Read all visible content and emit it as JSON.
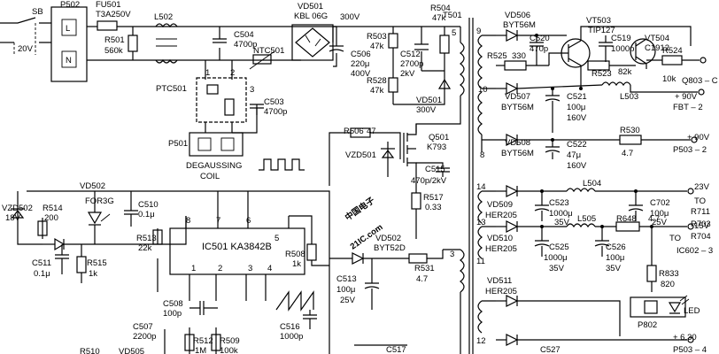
{
  "labels": {
    "sb": "SB",
    "p502": "P502",
    "fu501": "FU501",
    "fu501_val": "T3A250V",
    "v20": "20V",
    "l_term": "L",
    "n_term": "N",
    "r501": "R501",
    "r501_val": "560k",
    "l502": "L502",
    "c504": "C504",
    "c504_val": "4700p",
    "ntc501": "NTC501",
    "ptc501": "PTC501",
    "c503": "C503",
    "c503_val": "4700p",
    "p501": "P501",
    "degaussing": "DEGAUSSING",
    "coil": "COIL",
    "vd501": "VD501",
    "vd501_val": "KBL 06G",
    "v300": "300V",
    "c506": "C506",
    "c506_val1": "220μ",
    "c506_val2": "400V",
    "r503": "R503",
    "r503_val": "47k",
    "r528": "R528",
    "r528_val": "47k",
    "c512": "C512",
    "c512_val1": "2700p",
    "c512_val2": "2kV",
    "r504": "R504",
    "r504_val": "47k",
    "vd501b": "VD501",
    "vd501b_val": "300V",
    "r517": "R517",
    "r517_val": "0.33",
    "t501": "T501",
    "r506": "R506",
    "r506_val": "47",
    "vzd501": "VZD501",
    "q501": "Q501",
    "q501_val": "K793",
    "c515": "C515",
    "c515_val": "470p/2kV",
    "vd502": "VD502",
    "for3g": "FOR3G",
    "vzd502": "VZD502",
    "vzd502_val": "18V",
    "r514": "R514",
    "r514_val": "200",
    "c510": "C510",
    "c510_val": "0.1μ",
    "c511": "C511",
    "c511_val": "0.1μ",
    "r515": "R515",
    "r515_val": "1k",
    "r513": "R513",
    "r513_val": "22k",
    "ic501": "IC501 KA3842B",
    "pin8": "8",
    "pin7": "7",
    "pin6": "6",
    "pin5": "5",
    "pin1": "1",
    "pin2": "2",
    "pin3": "3",
    "pin4": "4",
    "r508": "R508",
    "r508_val": "1k",
    "c508": "C508",
    "c508_val": "100p",
    "c507": "C507",
    "c507_val": "2200p",
    "r512": "R512",
    "r512_val": "1M",
    "r509": "R509",
    "r509_val": "100k",
    "c516": "C516",
    "c516_val": "1000p",
    "vd502b": "VD502",
    "vd502b_val": "BYT52D",
    "r531": "R531",
    "r531_val": "4.7",
    "c513": "C513",
    "c513_val1": "100μ",
    "c513_val2": "25V",
    "c517": "C517",
    "vd506": "VD506",
    "vd506_val": "BYT56M",
    "vt503": "VT503",
    "vt503_val": "TIP127",
    "r525": "R525",
    "r525_val": "330",
    "c520": "C520",
    "c520_val": "470p",
    "c519": "C519",
    "c519_val": "1000p",
    "vt504": "VT504",
    "vt504_val": "C1912",
    "r523": "R523",
    "r523_val": "82k",
    "r524": "R524",
    "r524_val": "10k",
    "q803": "Q803 – C",
    "vd507": "VD507",
    "vd507_val": "BYT56M",
    "c521": "C521",
    "c521_val1": "100μ",
    "c521_val2": "160V",
    "l503": "L503",
    "plus90a": "+ 90V",
    "fbt2": "FBT – 2",
    "vd508": "VD508",
    "vd508_val": "BYT56M",
    "c522": "C522",
    "c522_val1": "47μ",
    "c522_val2": "160V",
    "r530": "R530",
    "r530_val": "4.7",
    "plus90b": "+ 90V",
    "p503_2": "P503 – 2",
    "pin_9": "9",
    "pin_10": "10",
    "pin_8": "8",
    "pin_14": "14",
    "pin_13": "13",
    "pin_11": "11",
    "pin_12": "12",
    "pin_t5": "5",
    "pin_t3": "3",
    "vd509": "VD509",
    "vd509_val": "HER205",
    "c523": "C523",
    "c523_val1": "1000μ",
    "c523_val2": "35V",
    "l504": "L504",
    "c702": "C702",
    "c702_val1": "100μ",
    "c702_val2": "25V",
    "v23": "23V",
    "to1": "TO",
    "r711": "R711",
    "r703": "R703",
    "r704": "R704",
    "vd510": "VD510",
    "vd510_val": "HER205",
    "c525": "C525",
    "c525_val1": "1000μ",
    "c525_val2": "35V",
    "l505": "L505",
    "c526": "C526",
    "c526_val1": "100μ",
    "c526_val2": "35V",
    "r648": "R648",
    "r648_val": "4.7",
    "v15": "15V",
    "to2": "TO",
    "ic602": "IC602 – 3",
    "r833": "R833",
    "r833_val": "820",
    "vd511": "VD511",
    "vd511_val": "HER205",
    "led": "LED",
    "p802": "P802",
    "c527": "C527",
    "plus630": "+ 6.30",
    "p503_4": "P503 – 4",
    "r510": "R510",
    "vd505": "VD505",
    "wm_cn": "中国电子",
    "wm_21ic": "21IC.com"
  },
  "colors": {
    "ink": "#000000",
    "watermark": "#3a6fd8"
  }
}
